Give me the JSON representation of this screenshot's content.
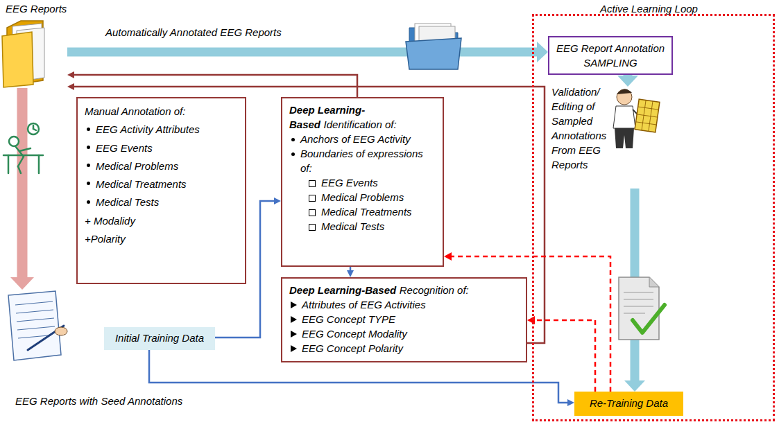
{
  "diagram": {
    "nodes": [
      {
        "text": [
          "EEG Reports"
        ]
      },
      {
        "text": [
          "Active Learning Loop"
        ]
      },
      {
        "text": [
          "EEG Report Annotation SAMPLING"
        ],
        "in": 1
      },
      {
        "text": [
          "Validation/ Editing of Sampled Annotations From EEG Reports"
        ],
        "in": 1
      },
      {
        "text": [
          "Re-Training Data"
        ],
        "in": 1
      },
      {
        "text": [
          "Manual Annotation of:",
          "EEG Activity Attributes",
          "EEG Events",
          "Medical Problems",
          "Medical Treatments",
          "Medical Tests",
          "+ Modalidy",
          "+Polarity"
        ]
      },
      {
        "text": [
          "Deep Learning-Based",
          "Identification of:",
          "Anchors of EEG Activity",
          "Boundaries of expressions of:",
          "EEG Events",
          "Medical Problems",
          "Medical Treatments",
          "Medical Tests"
        ]
      },
      {
        "text": [
          "Deep Learning-Based",
          "Recognition of:",
          "Attributes of EEG Activities",
          "EEG Concept TYPE",
          "EEG Concept Modality",
          "EEG Concept Polarity"
        ]
      },
      {
        "text": [
          "Initial Training Data"
        ]
      },
      {
        "text": [
          "EEG Reports with Seed Annotations"
        ]
      }
    ],
    "edges": [
      {
        "from": 0,
        "to": 2,
        "label": "Automatically Annotated EEG Reports",
        "arrow": "to"
      },
      {
        "from": 0,
        "to": 9,
        "arrow": "to"
      },
      {
        "from": 2,
        "to": 3,
        "arrow": "to"
      },
      {
        "from": 3,
        "to": 4,
        "arrow": "to"
      },
      {
        "from": 8,
        "to": 6,
        "arrow": "to"
      },
      {
        "from": 8,
        "to": 4,
        "arrow": "to"
      },
      {
        "from": 6,
        "to": 7,
        "arrow": "to"
      },
      {
        "from": 6,
        "to": 0,
        "arrow": "to"
      },
      {
        "from": 7,
        "to": 0,
        "arrow": "to"
      },
      {
        "from": 4,
        "to": 6,
        "arrow": "to"
      },
      {
        "from": 4,
        "to": 7,
        "arrow": "to"
      }
    ]
  }
}
